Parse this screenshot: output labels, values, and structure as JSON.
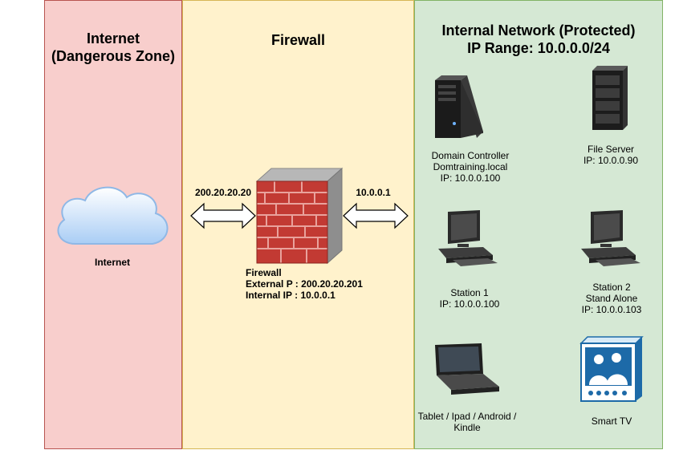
{
  "zones": {
    "internet": {
      "title_line1": "Internet",
      "title_line2": "(Dangerous Zone)"
    },
    "firewall": {
      "title": "Firewall"
    },
    "internal": {
      "title_line1": "Internal Network (Protected)",
      "title_line2": "IP Range: 10.0.0.0/24"
    }
  },
  "internet_node": {
    "label": "Internet"
  },
  "links": {
    "external_ip": "200.20.20.20",
    "internal_ip": "10.0.0.1"
  },
  "firewall_node": {
    "line1": "Firewall",
    "line2": "External P : 200.20.20.201",
    "line3": "Internal IP : 10.0.0.1"
  },
  "devices": {
    "domain_controller": {
      "line1": "Domain Controller",
      "line2": "Domtraining.local",
      "line3": "IP: 10.0.0.100"
    },
    "file_server": {
      "line1": "File Server",
      "line2": "IP: 10.0.0.90"
    },
    "station1": {
      "line1": "Station 1",
      "line2": "IP: 10.0.0.100"
    },
    "station2": {
      "line1": "Station 2",
      "line2": "Stand Alone",
      "line3": "IP: 10.0.0.103"
    },
    "tablet": {
      "line1": "Tablet / Ipad / Android /",
      "line2": "Kindle"
    },
    "smart_tv": {
      "line1": "Smart TV"
    }
  },
  "colors": {
    "internet_zone": "#f8cecc",
    "firewall_zone": "#fff2cc",
    "internal_zone": "#d5e8d4",
    "brick": "#b0302b",
    "cloud": "#cfe4fb"
  }
}
